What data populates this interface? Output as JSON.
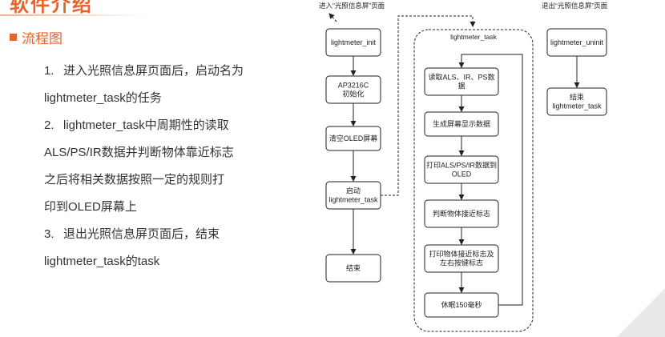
{
  "slide": {
    "title": "软件介绍",
    "section": "流程图",
    "items": [
      {
        "num": "1.",
        "lines": [
          "进入光照信息屏页面后，启动名为",
          "lightmeter_task的任务"
        ]
      },
      {
        "num": "2.",
        "lines": [
          "lightmeter_task中周期性的读取",
          "ALS/PS/IR数据并判断物体靠近标志",
          "之后将相关数据按照一定的规则打",
          "印到OLED屏幕上"
        ]
      },
      {
        "num": "3.",
        "lines": [
          "退出光照信息屏页面后，结束",
          "lightmeter_task的task"
        ]
      }
    ]
  },
  "diagram": {
    "enter_label": "进入“光照信息屏”页面",
    "exit_label": "退出“光照信息屏”页面",
    "task_group_label": "lightmeter_task",
    "main_flow": [
      [
        "lightmeter_init"
      ],
      [
        "AP3216C",
        "初始化"
      ],
      [
        "清空OLED屏幕"
      ],
      [
        "启动",
        "lightmeter_task"
      ],
      [
        "结束"
      ]
    ],
    "task_flow": [
      [
        "读取ALS、IR、PS数",
        "据"
      ],
      [
        "生成屏幕显示数据"
      ],
      [
        "打印ALS/PS/IR数据到",
        "OLED"
      ],
      [
        "判断物体接近标志"
      ],
      [
        "打印物体接近标志及",
        "左右按键标志"
      ],
      [
        "休眠150毫秒"
      ]
    ],
    "exit_flow": [
      [
        "lightmeter_uninit"
      ],
      [
        "结束",
        "lightmeter_task"
      ]
    ]
  }
}
